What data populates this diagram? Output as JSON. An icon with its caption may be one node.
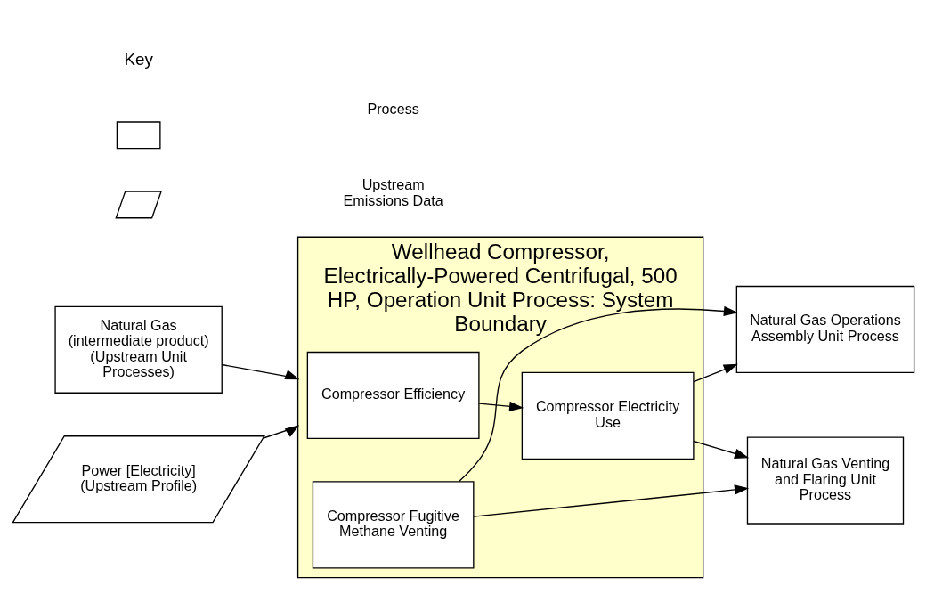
{
  "diagram": {
    "nodes": [
      {
        "text": [
          "Wellhead Compressor, Electrically-Powered Centrifugal, 500 HP, Operation Unit Process: System Boundary"
        ]
      },
      {
        "text": [
          "Natural Gas (intermediate product) (Upstream Unit Processes)"
        ]
      },
      {
        "text": [
          "Power [Electricity] (Upstream Profile)"
        ]
      },
      {
        "text": [
          "Compressor Efficiency"
        ],
        "in": 0
      },
      {
        "text": [
          "Compressor Electricity Use"
        ],
        "in": 0
      },
      {
        "text": [
          "Compressor Fugitive Methane Venting"
        ],
        "in": 0
      },
      {
        "text": [
          "Natural Gas Operations Assembly Unit Process"
        ]
      },
      {
        "text": [
          "Natural Gas Venting and Flaring Unit Process"
        ]
      },
      {
        "text": [],
        "shape": "box"
      },
      {
        "text": [],
        "shape": "parallelogram"
      }
    ],
    "edges": [
      {
        "from": 1,
        "to": 0,
        "arrow": "to"
      },
      {
        "from": 2,
        "to": 0,
        "arrow": "to"
      },
      {
        "from": 3,
        "to": 4,
        "arrow": "to"
      },
      {
        "from": 4,
        "to": 6,
        "arrow": "to"
      },
      {
        "from": 4,
        "to": 7,
        "arrow": "to"
      },
      {
        "from": 5,
        "to": 6,
        "arrow": "to"
      },
      {
        "from": 5,
        "to": 7,
        "arrow": "to"
      }
    ],
    "labels": [
      "Key"
    ],
    "legend": [
      {
        "text": "Process"
      },
      {
        "text": "Upstream Emissions Data"
      }
    ]
  }
}
